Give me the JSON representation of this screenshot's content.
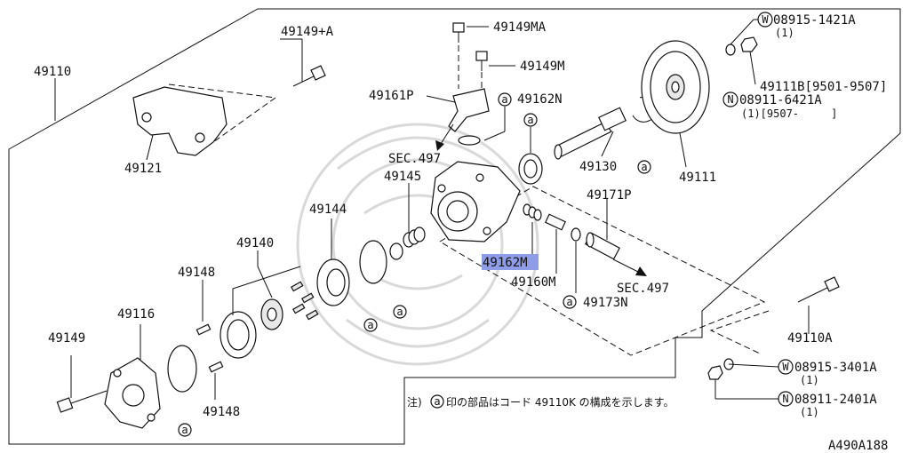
{
  "diagram": {
    "labels": {
      "p49110": "49110",
      "p49149_a": "49149+A",
      "p49121": "49121",
      "p49149ma": "49149MA",
      "p49149m": "49149M",
      "p49161p": "49161P",
      "p49162n": "49162N",
      "sec497_top": "SEC.497",
      "p49145": "49145",
      "p49130": "49130",
      "p49111": "49111",
      "p49171p": "49171P",
      "p49144": "49144",
      "p49140": "49140",
      "p49162m": "49162M",
      "p49160m": "49160M",
      "sec497_right": "SEC.497",
      "p49173n": "49173N",
      "p49148_top": "49148",
      "p49116": "49116",
      "p49149": "49149",
      "p49148_bottom": "49148",
      "p49110a": "49110A",
      "w1_part": "08915-1421A",
      "w1_qty": "(1)",
      "p49111b": "49111B[9501-9507]",
      "n1_part": "08911-6421A",
      "n1_qty": "(1)[9507-     ]",
      "w2_part": "08915-3401A",
      "w2_qty": "(1)",
      "n2_part": "08911-2401A",
      "n2_qty": "(1)",
      "marker_w": "W",
      "marker_n": "N",
      "marker_a": "a",
      "note_prefix": "注)",
      "note_text": "印の部品はコード 49110K の構成を示します。",
      "figure_code": "A490A188"
    }
  }
}
